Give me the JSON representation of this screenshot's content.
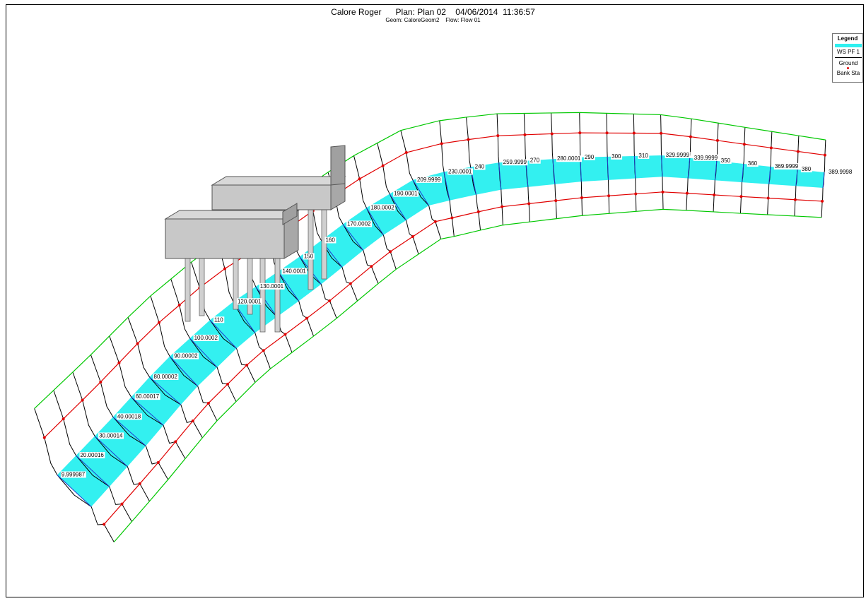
{
  "header": {
    "title": "Calore Roger      Plan: Plan 02    04/06/2014  11:36:57",
    "subtitle": "Geom: CaloreGeom2    Flow: Flow 01"
  },
  "legend": {
    "title": "Legend",
    "items": [
      {
        "label": "WS PF 1",
        "color": "#2ff0f0"
      },
      {
        "label": "Ground",
        "color": "#000000"
      },
      {
        "label": "Bank Sta",
        "color": "#e00000"
      }
    ]
  },
  "colors": {
    "water": "#33f0f0",
    "water_lines": "#1f3fd0",
    "ground": "#000000",
    "bank_line": "#e00000",
    "top_line": "#00c800",
    "structure": "#c8c8c8"
  },
  "cross_sections": [
    "9.999987",
    "20.00016",
    "30.00014",
    "40.00018",
    "60.00017",
    "80.00002",
    "90.00002",
    "100.0002",
    "110",
    "120.0001",
    "130.0001",
    "140.0001",
    "150",
    "160",
    "170.0002",
    "180.0002",
    "190.0001",
    "209.9999",
    "230.0001",
    "240",
    "259.9999",
    "270",
    "280.0001",
    "290",
    "300",
    "310",
    "329.9999",
    "339.9999",
    "350",
    "360",
    "369.9999",
    "380",
    "389.9998"
  ]
}
